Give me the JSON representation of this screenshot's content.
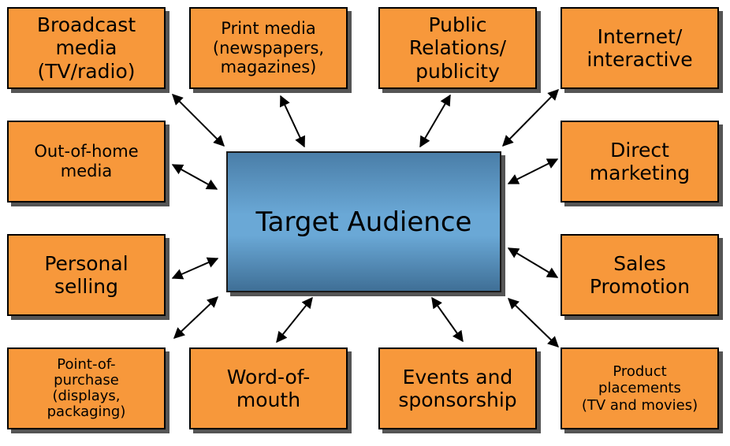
{
  "center": {
    "label": "Target Audience"
  },
  "nodes": [
    {
      "id": "broadcast-media",
      "label": "Broadcast\nmedia\n(TV/radio)"
    },
    {
      "id": "print-media",
      "label": "Print media\n(newspapers,\nmagazines)"
    },
    {
      "id": "public-relations",
      "label": "Public\nRelations/\npublicity"
    },
    {
      "id": "internet-interactive",
      "label": "Internet/\ninteractive"
    },
    {
      "id": "out-of-home-media",
      "label": "Out-of-home\nmedia"
    },
    {
      "id": "direct-marketing",
      "label": "Direct\nmarketing"
    },
    {
      "id": "personal-selling",
      "label": "Personal\nselling"
    },
    {
      "id": "sales-promotion",
      "label": "Sales\nPromotion"
    },
    {
      "id": "point-of-purchase",
      "label": "Point-of-\npurchase\n(displays,\npackaging)"
    },
    {
      "id": "word-of-mouth",
      "label": "Word-of-\nmouth"
    },
    {
      "id": "events-sponsorship",
      "label": "Events and\nsponsorship"
    },
    {
      "id": "product-placements",
      "label": "Product\nplacements\n(TV and movies)"
    }
  ],
  "colors": {
    "box_fill": "#f7983b",
    "center_fill": "#6aa8d6"
  }
}
